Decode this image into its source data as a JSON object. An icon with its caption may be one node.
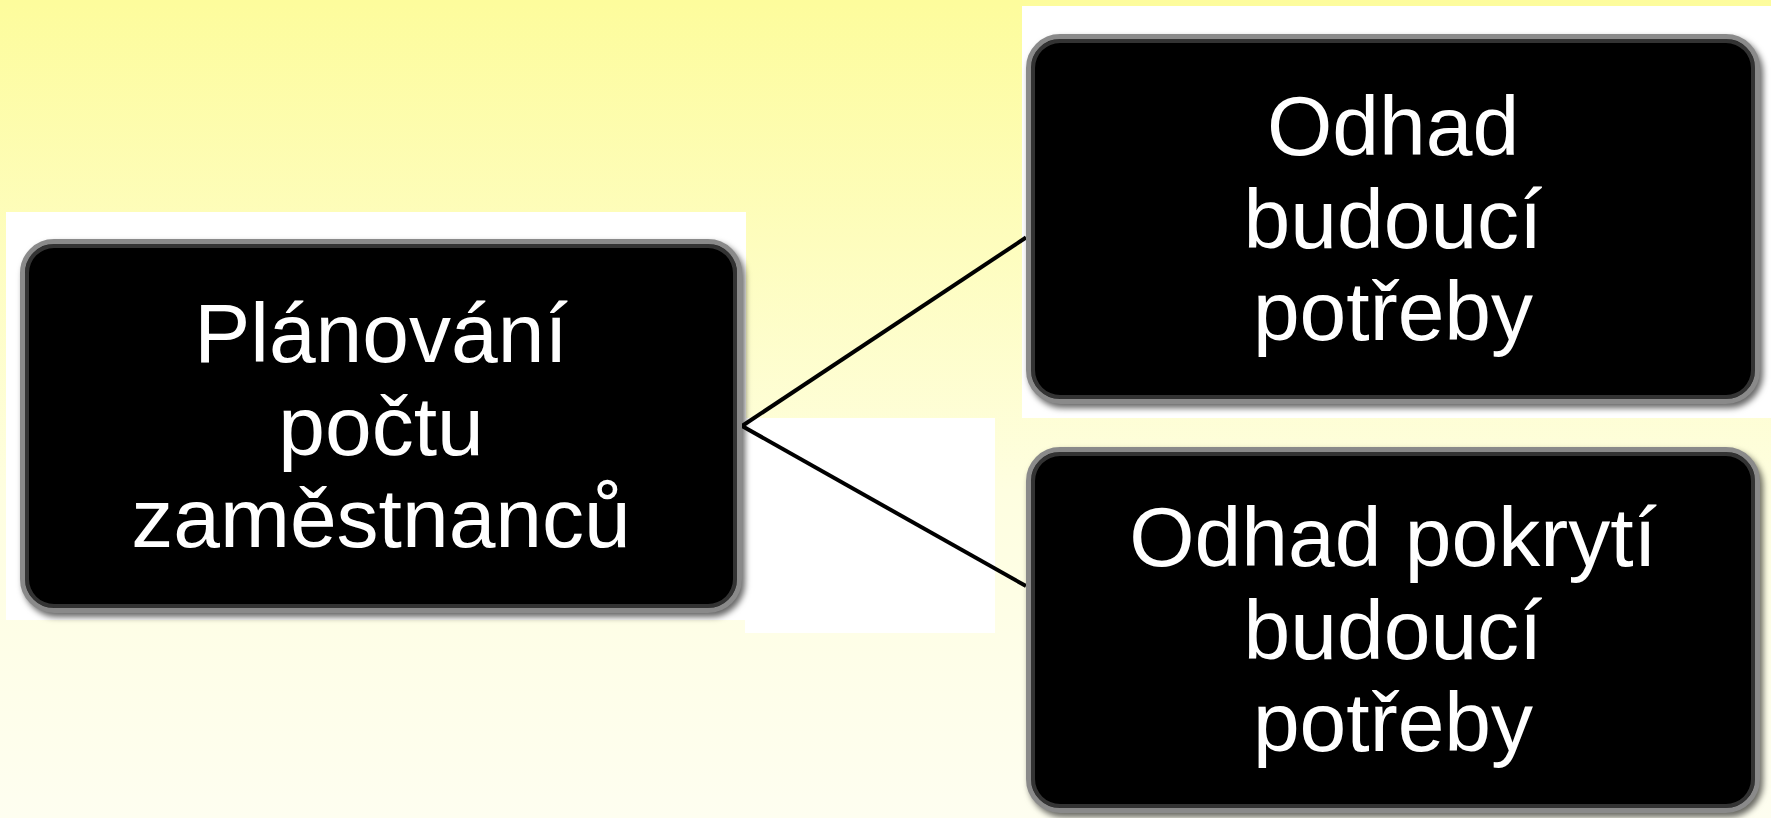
{
  "diagram": {
    "nodes": [
      {
        "text": [
          "Plánování počtu zaměstnanců"
        ]
      },
      {
        "text": [
          "Odhad budoucí potřeby"
        ]
      },
      {
        "text": [
          "Odhad pokrytí budoucí potřeby"
        ]
      }
    ],
    "edges": [
      {
        "from": 0,
        "to": 1,
        "arrow": "none"
      },
      {
        "from": 0,
        "to": 2,
        "arrow": "none"
      }
    ]
  }
}
